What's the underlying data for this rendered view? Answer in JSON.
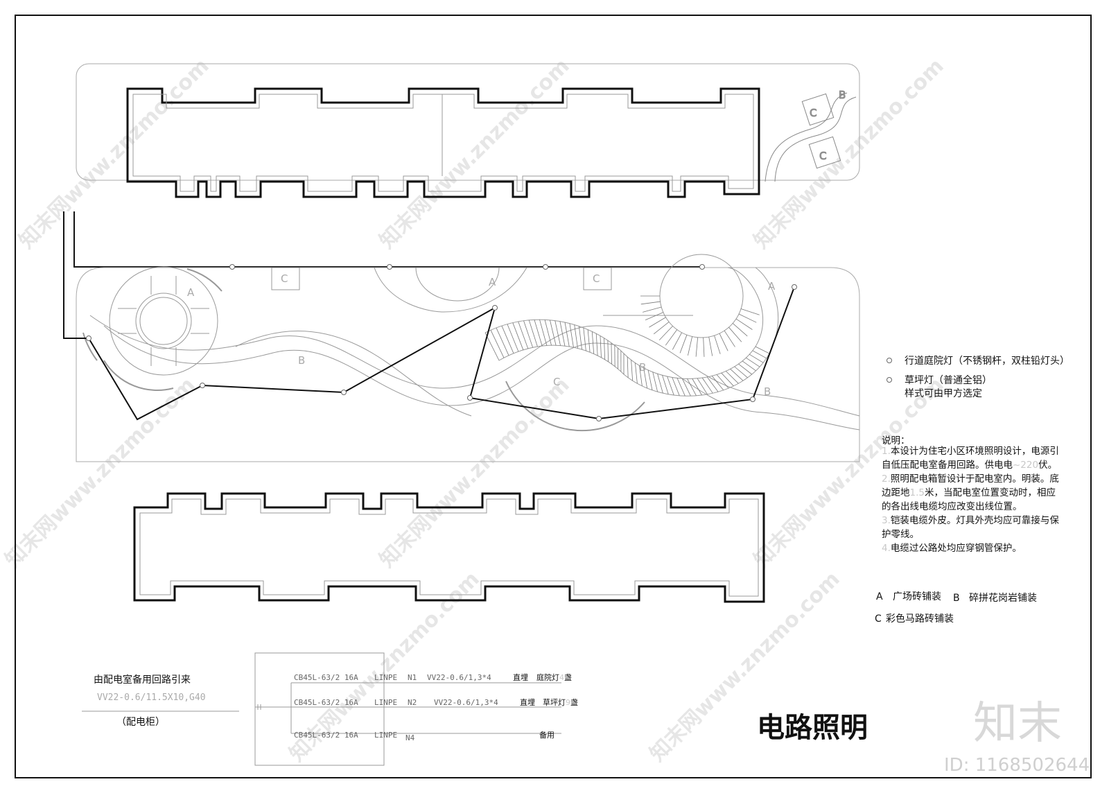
{
  "legend": {
    "street_lamp": "行道庭院灯（不锈钢杆，双柱铅灯头）",
    "lawn_lamp": "草坪灯（普通全铝）",
    "lawn_lamp_note": "样式可由甲方选定"
  },
  "notes": {
    "heading": "说明：",
    "n1_num": "1.",
    "n1_a": "本设计为住宅小区环境照明设计，电源引",
    "n1_b": "自低压配电室备用回路。供电电",
    "n1_v": "~220",
    "n1_c": "伏。",
    "n2_num": "2.",
    "n2_a": "照明配电箱暂设计于配电室内。明装。底",
    "n2_b": "边距地",
    "n2_h": "1.5",
    "n2_c": "米，当配电室位置变动时，相应",
    "n2_d": "的各出线电缆均应改变出线位置。",
    "n3_num": "3.",
    "n3_a": "铠装电缆外皮。灯具外壳均应可靠接与保",
    "n3_b": "护零线。",
    "n4_num": "4.",
    "n4_a": "电缆过公路处均应穿钢管保护。"
  },
  "paving": {
    "a_key": "A",
    "a_text": "广场砖铺装",
    "b_key": "B",
    "b_text": "碎拼花岗岩铺装",
    "c_key": "C",
    "c_text": "彩色马路砖铺装"
  },
  "zones": {
    "a": "A",
    "b": "B",
    "c": "C"
  },
  "panel": {
    "source": "由配电室备用回路引来",
    "cable": "VV22-0.6/11.5X10,G40",
    "cabinet": "（配电柜）",
    "row1_breaker": "CB45L-63/2  16A",
    "row1_type": "LINPE",
    "row1_circuit": "N1",
    "row1_cable": "VV22-0.6/1,3*4",
    "row1_lay": "直埋",
    "row1_load": "庭院灯",
    "row1_qty": "4",
    "row1_unit": "盏",
    "row2_breaker": "CB45L-63/2  16A",
    "row2_type": "LINPE",
    "row2_circuit": "N2",
    "row2_cable": "VV22-0.6/1,3*4",
    "row2_lay": "直埋",
    "row2_load": "草坪灯",
    "row2_qty": "9",
    "row2_unit": "盏",
    "row3_breaker": "CB45L-63/2  16A",
    "row3_type": "LINPE",
    "row3_circuit": "N4",
    "row3_load": "备用"
  },
  "title": "电路照明",
  "watermark": {
    "site": "知末网www.znzmo.com",
    "logo": "知末",
    "id": "ID: 1168502644"
  }
}
